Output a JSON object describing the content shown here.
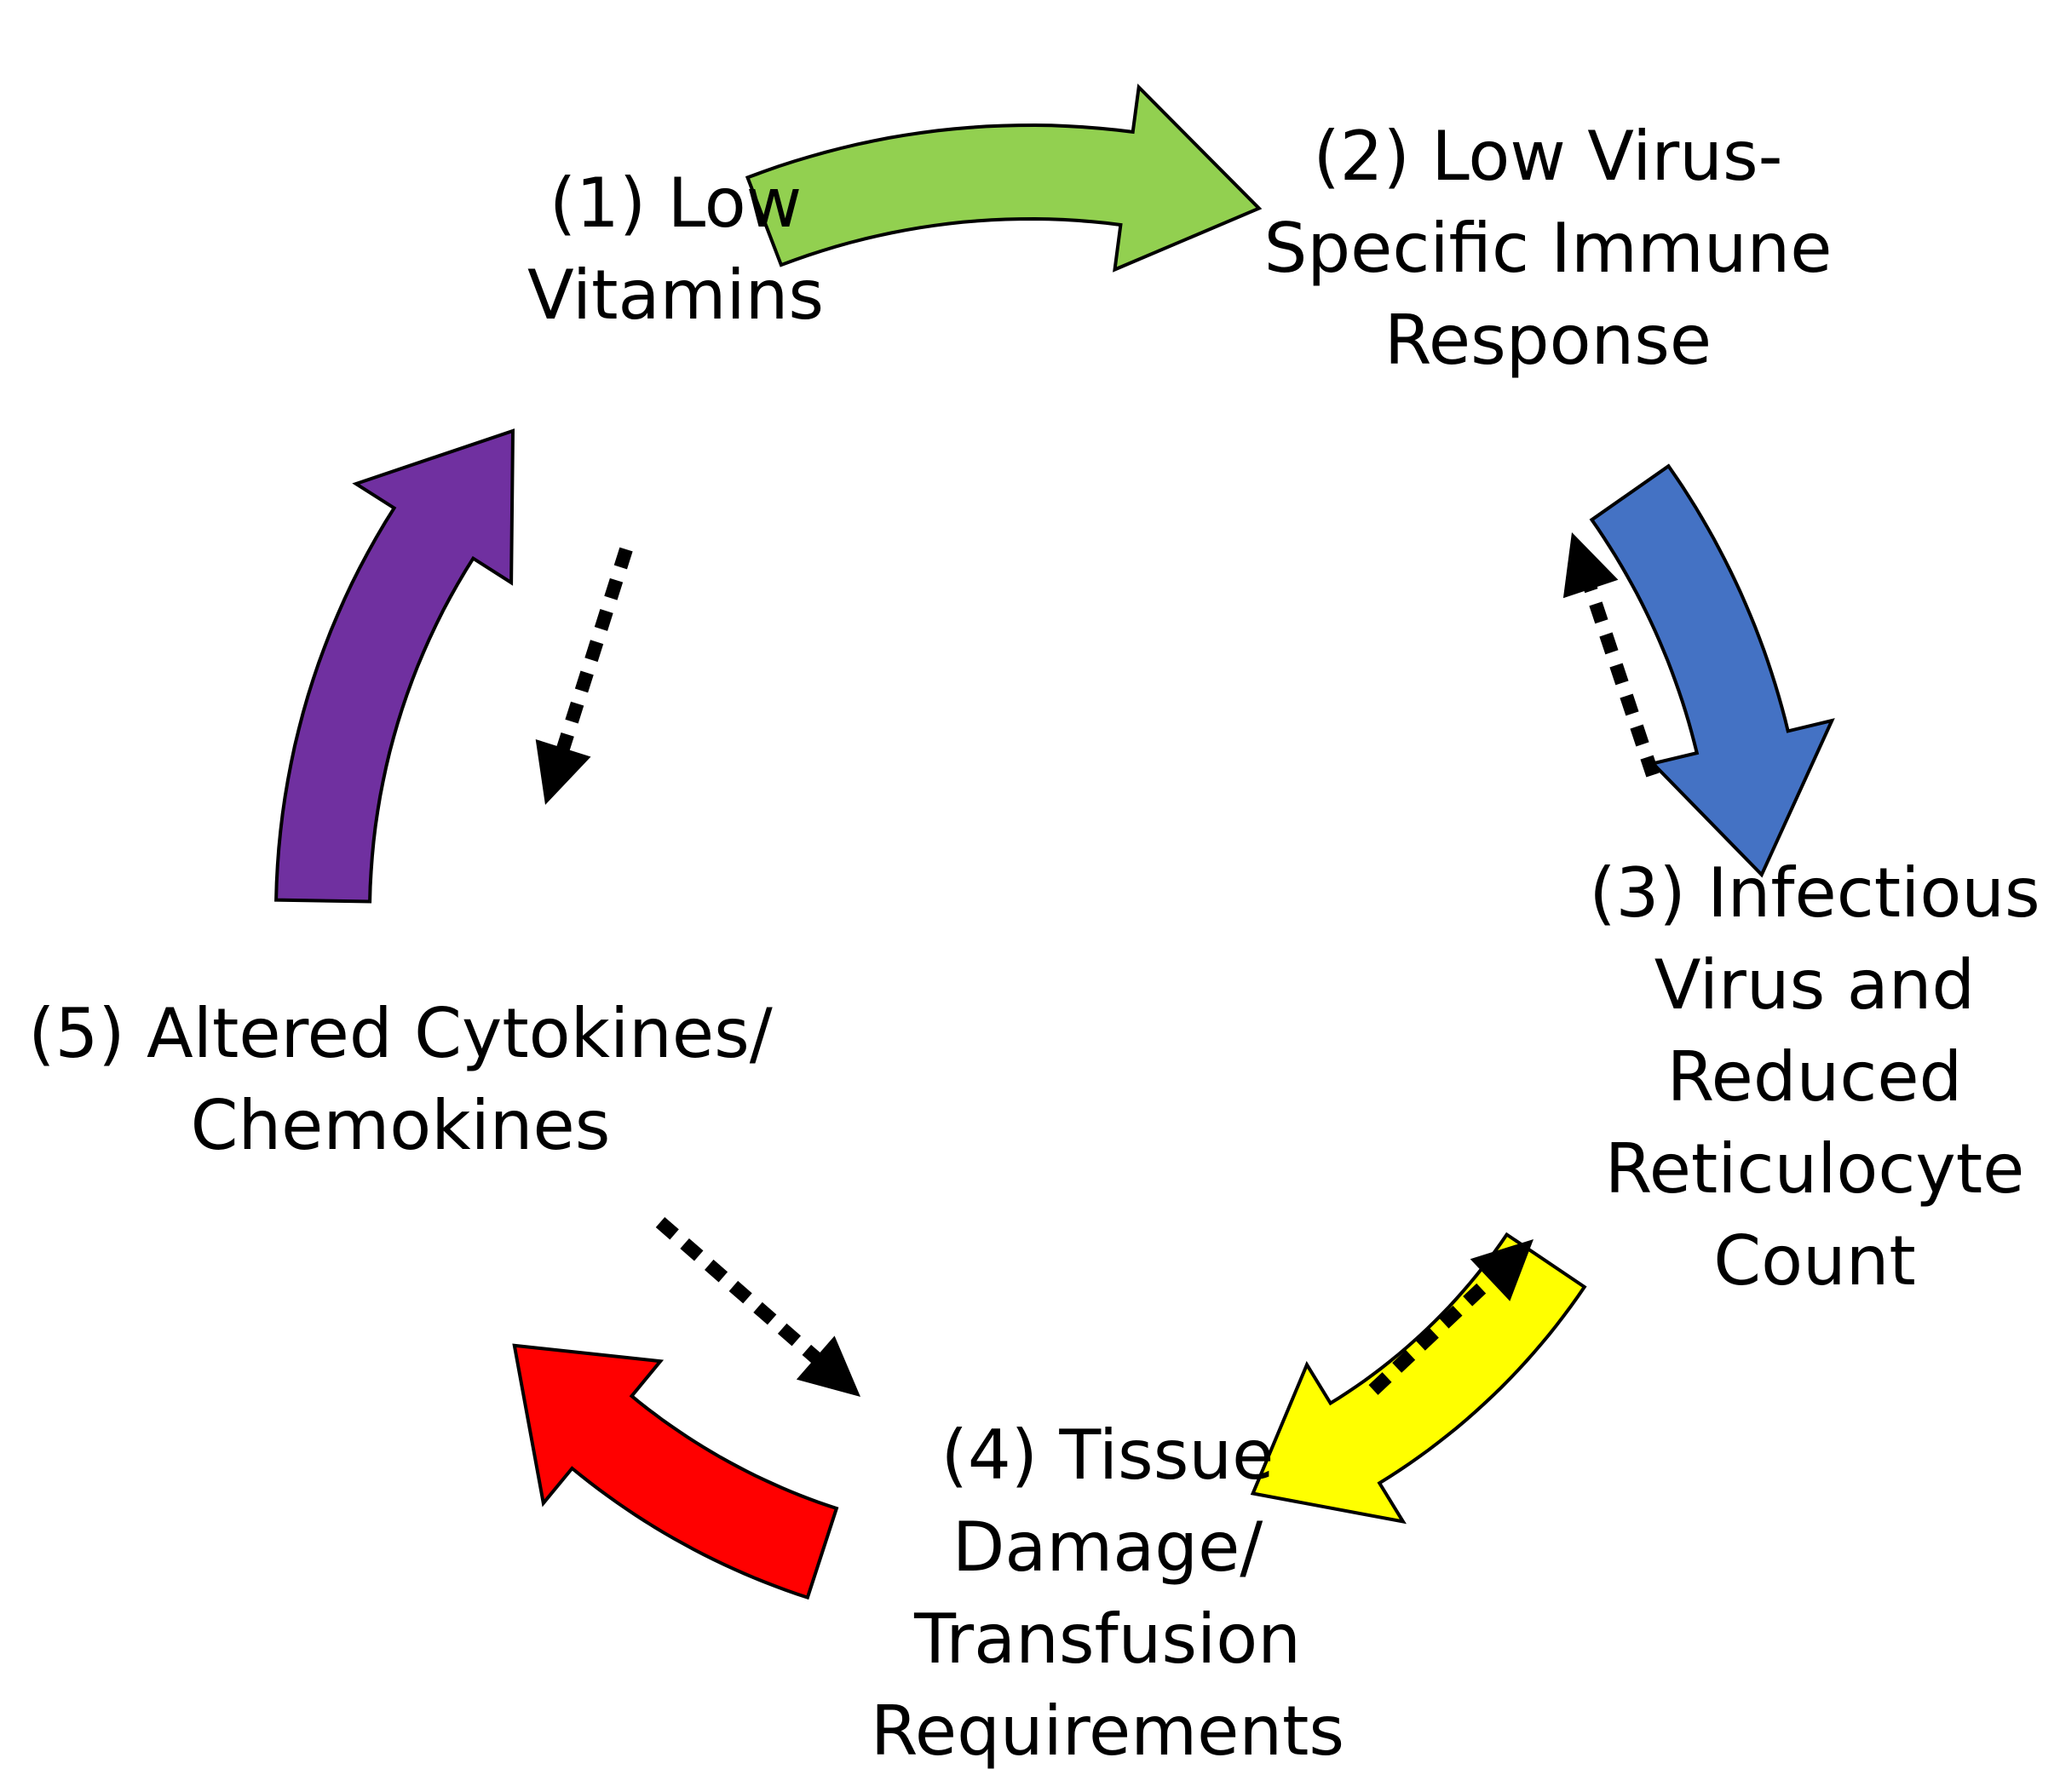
{
  "colors": {
    "arrow_1_to_2": "#92d050",
    "arrow_2_to_3": "#4472c4",
    "arrow_3_to_4": "#ffff00",
    "arrow_4_to_5": "#ff0000",
    "arrow_5_to_1": "#7030a0",
    "outline": "#000000",
    "dotted": "#000000"
  },
  "nodes": [
    {
      "id": "1",
      "lines": [
        "(1) Low",
        "Vitamins"
      ]
    },
    {
      "id": "2",
      "lines": [
        "(2) Low Virus-",
        "Specific Immune",
        "Response"
      ]
    },
    {
      "id": "3",
      "lines": [
        "(3) Infectious",
        "Virus and",
        "Reduced",
        "Reticulocyte",
        "Count"
      ]
    },
    {
      "id": "4",
      "lines": [
        "(4) Tissue",
        "Damage/",
        "Transfusion",
        "Requirements"
      ]
    },
    {
      "id": "5",
      "lines": [
        "(5) Altered Cytokines/",
        "Chemokines"
      ]
    }
  ],
  "cycle_arrows": [
    {
      "from": "1",
      "to": "2",
      "color": "#92d050"
    },
    {
      "from": "2",
      "to": "3",
      "color": "#4472c4"
    },
    {
      "from": "3",
      "to": "4",
      "color": "#ffff00"
    },
    {
      "from": "4",
      "to": "5",
      "color": "#ff0000"
    },
    {
      "from": "5",
      "to": "1",
      "color": "#7030a0"
    }
  ],
  "feedback_arrows": [
    {
      "from": "3",
      "to": "2",
      "style": "dotted"
    },
    {
      "from": "4",
      "to": "3",
      "style": "dotted"
    },
    {
      "from": "5",
      "to": "4",
      "style": "dotted"
    },
    {
      "from": "1",
      "to": "5",
      "style": "dotted"
    }
  ]
}
